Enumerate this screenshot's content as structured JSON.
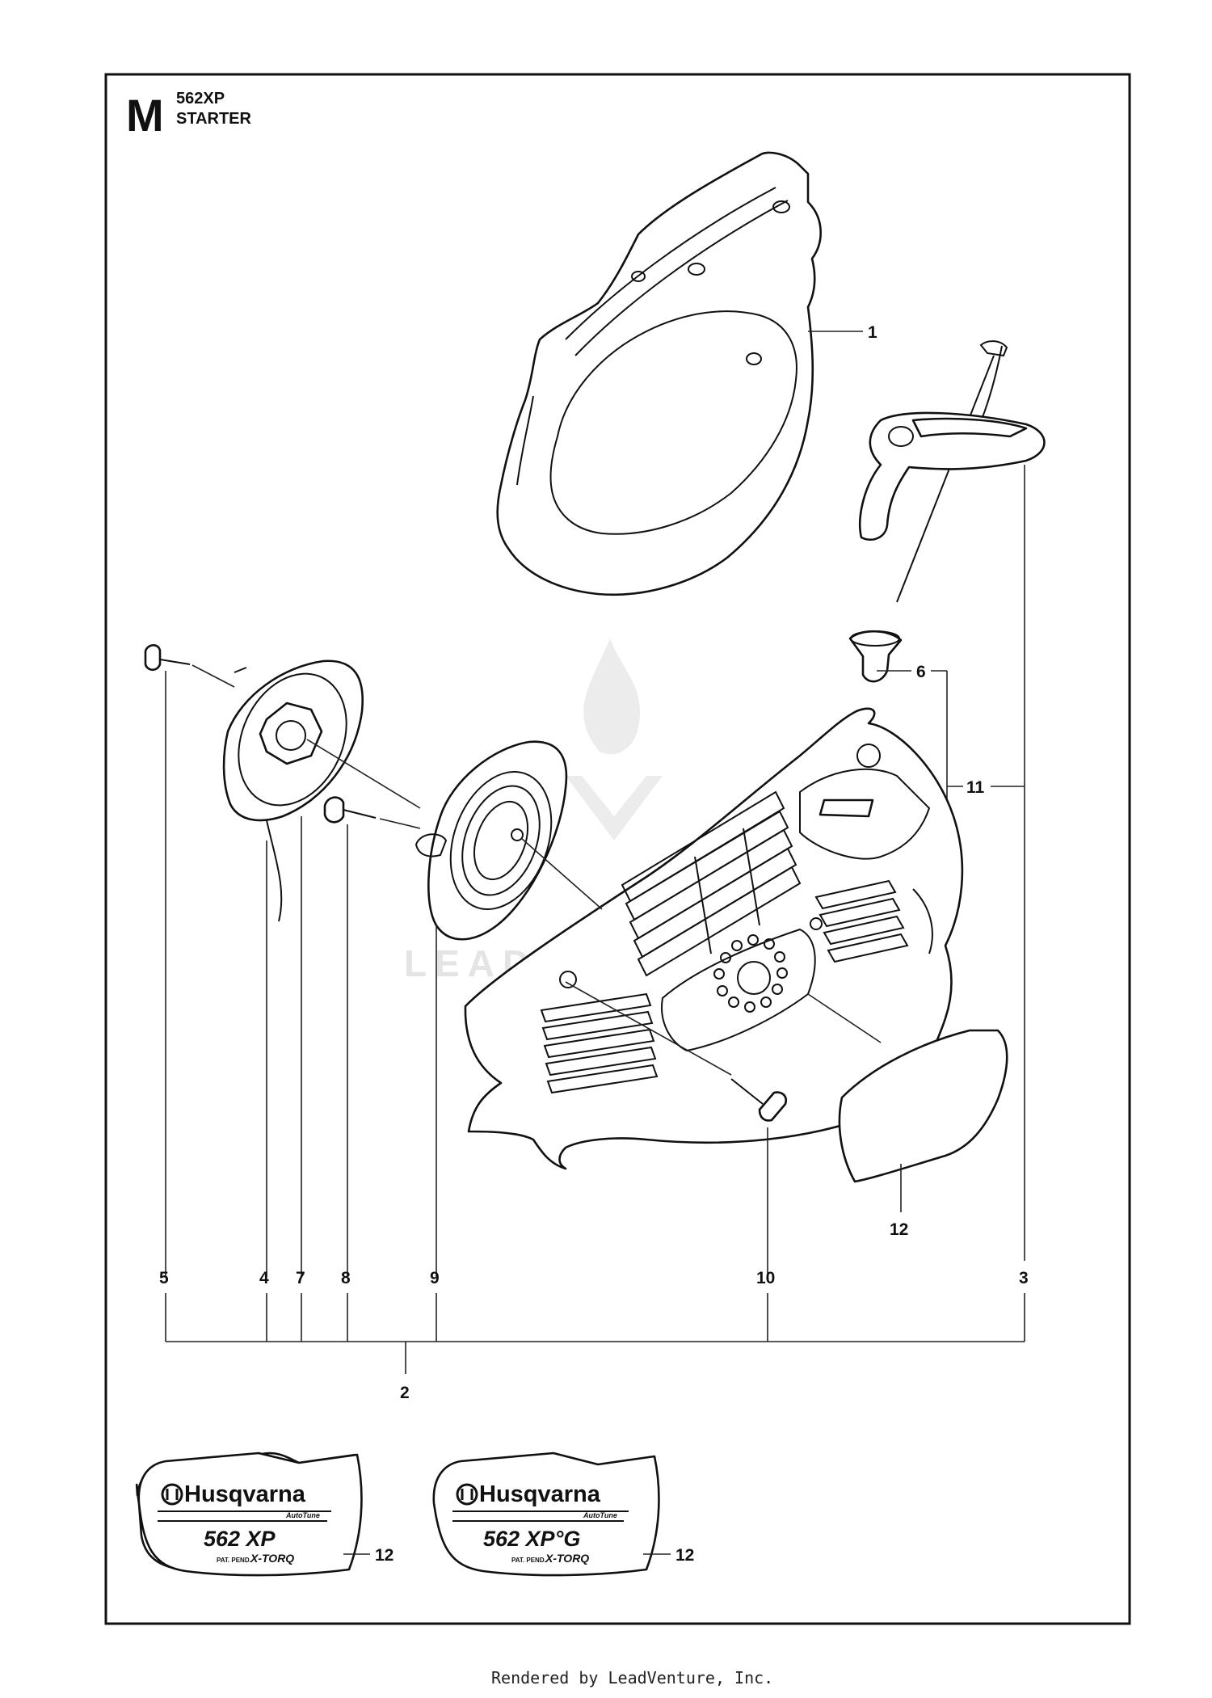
{
  "header": {
    "letter": "M",
    "model": "562XP",
    "title": "STARTER"
  },
  "callouts": {
    "c1": "1",
    "c2": "2",
    "c3": "3",
    "c4": "4",
    "c5": "5",
    "c6": "6",
    "c7": "7",
    "c8": "8",
    "c9": "9",
    "c10": "10",
    "c11": "11",
    "c12": "12"
  },
  "decals": [
    {
      "brand": "Husqvarna",
      "autotune": "AutoTune",
      "model": "562 XP",
      "patent": "PAT. PEND.",
      "xtorq": "X-TORQ",
      "callout": "12"
    },
    {
      "brand": "Husqvarna",
      "autotune": "AutoTune",
      "model": "562 XP°G",
      "patent": "PAT. PEND.",
      "xtorq": "X-TORQ",
      "callout": "12"
    }
  ],
  "watermark": "LEADVENTURE",
  "footer": "Rendered by LeadVenture, Inc.",
  "colors": {
    "line": "#111111",
    "watermark": "#e4e4e4",
    "background": "#ffffff"
  }
}
